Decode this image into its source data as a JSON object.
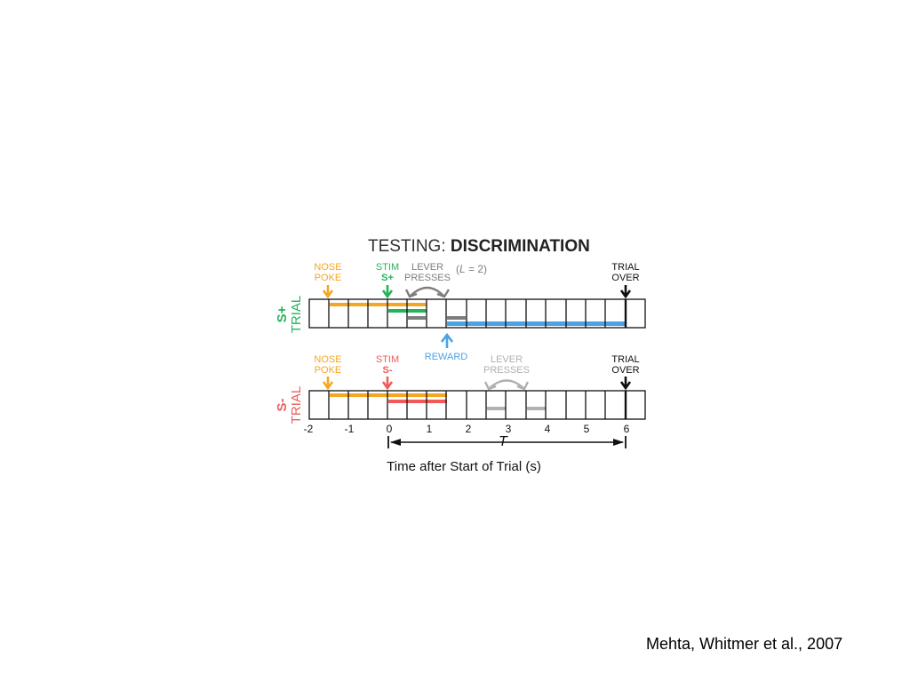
{
  "title": {
    "prefix": "TESTING: ",
    "bold": "DISCRIMINATION"
  },
  "colors": {
    "orange": "#f5a623",
    "green": "#23b45a",
    "red": "#f05a5a",
    "blue": "#4aa3e6",
    "gray": "#7d7d7d",
    "lightgray": "#b0b0b0",
    "black": "#111111"
  },
  "s_plus": {
    "row_label": {
      "line1": "S+",
      "line2": "TRIAL"
    },
    "nose_poke": {
      "line1": "NOSE",
      "line2": "POKE"
    },
    "stim": {
      "line1": "STIM",
      "line2": "S+"
    },
    "lever": {
      "line1": "LEVER",
      "line2": "PRESSES",
      "note_open": "(",
      "note_var": "L",
      "note_rest": " = 2)"
    },
    "trial_over": {
      "line1": "TRIAL",
      "line2": "OVER"
    },
    "reward": "REWARD"
  },
  "s_minus": {
    "row_label": {
      "line1": "S-",
      "line2": "TRIAL"
    },
    "nose_poke": {
      "line1": "NOSE",
      "line2": "POKE"
    },
    "stim": {
      "line1": "STIM",
      "line2": "S-"
    },
    "lever": {
      "line1": "LEVER",
      "line2": "PRESSES"
    },
    "trial_over": {
      "line1": "TRIAL",
      "line2": "OVER"
    }
  },
  "axis": {
    "ticks": [
      "-2",
      "-1",
      "0",
      "1",
      "2",
      "3",
      "4",
      "5",
      "6"
    ],
    "period_label": "T",
    "xlabel": "Time after Start of Trial (s)"
  },
  "citation": "Mehta, Whitmer et al., 2007"
}
